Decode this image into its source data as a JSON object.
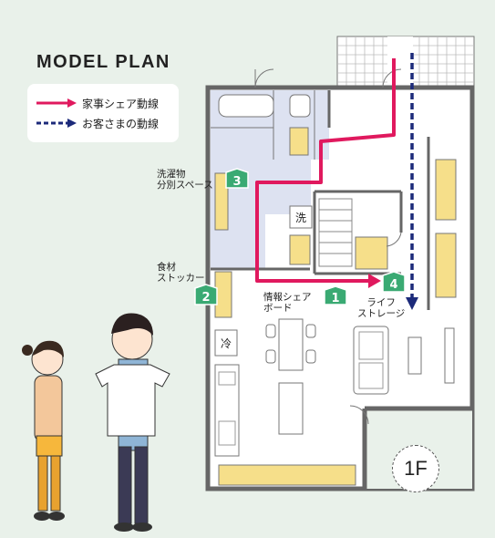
{
  "title": "MODEL PLAN",
  "legend": {
    "housework_route": "家事シェア動線",
    "guest_route": "お客さまの動線"
  },
  "markers": [
    {
      "number": "1",
      "label": "情報シェア\nボード"
    },
    {
      "number": "2",
      "label": "食材\nストッカー"
    },
    {
      "number": "3",
      "label": "洗濯物\n分別スペース"
    },
    {
      "number": "4",
      "label": "ライフ\nストレージ"
    }
  ],
  "appliances": {
    "washer": "洗",
    "fridge": "冷"
  },
  "floor": "1F",
  "colors": {
    "background": "#e9f1ea",
    "housework_route": "#e0195e",
    "guest_route": "#1c2a7a",
    "marker": "#3aaa73",
    "storage": "#f6df8a",
    "wet_area": "#dde2f1"
  }
}
